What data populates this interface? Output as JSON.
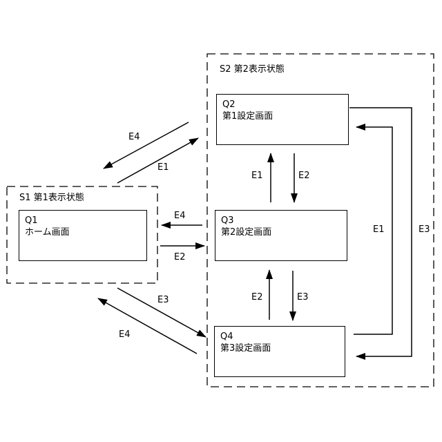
{
  "groups": [
    {
      "id": "S1",
      "title": "S1  第1表示状態"
    },
    {
      "id": "S2",
      "title": "S2  第2表示状態"
    }
  ],
  "states": [
    {
      "id": "Q1",
      "name": "Q1",
      "screen": "ホーム画面"
    },
    {
      "id": "Q2",
      "name": "Q2",
      "screen": "第1設定画面"
    },
    {
      "id": "Q3",
      "name": "Q3",
      "screen": "第2設定画面"
    },
    {
      "id": "Q4",
      "name": "Q4",
      "screen": "第3設定画面"
    }
  ],
  "transitions": [
    {
      "from": "S1",
      "to": "Q2",
      "event": "E1"
    },
    {
      "from": "Q2",
      "to": "S1",
      "event": "E4"
    },
    {
      "from": "Q3",
      "to": "Q1",
      "event": "E4"
    },
    {
      "from": "Q1",
      "to": "Q3",
      "event": "E2"
    },
    {
      "from": "Q3",
      "to": "Q2",
      "event": "E1"
    },
    {
      "from": "Q2",
      "to": "Q3",
      "event": "E2"
    },
    {
      "from": "Q4",
      "to": "Q3",
      "event": "E2"
    },
    {
      "from": "Q3",
      "to": "Q4",
      "event": "E3"
    },
    {
      "from": "S1",
      "to": "Q4",
      "event": "E3"
    },
    {
      "from": "Q4",
      "to": "S1",
      "event": "E4"
    },
    {
      "from": "Q4",
      "to": "Q2",
      "event": "E1"
    },
    {
      "from": "Q2",
      "to": "Q4",
      "event": "E3"
    }
  ]
}
